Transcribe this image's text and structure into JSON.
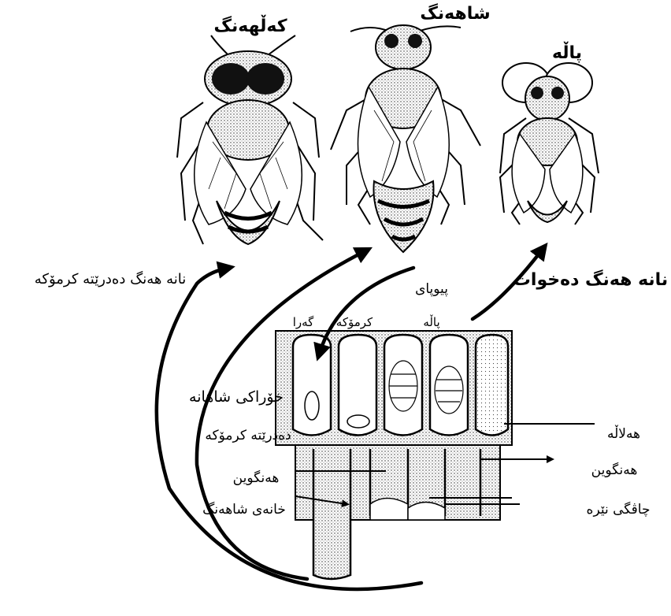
{
  "labels": {
    "drone": "کەڵهەنگ",
    "queen": "شاهەنگ",
    "worker": "پاڵە",
    "feeds_larva": "نانە هەنگ دەدرێتە کرمۆکە",
    "eats_bread": "نانە هەنگ دەخوات",
    "pupa": "پیوپای",
    "larva_top": "کرمۆکە",
    "pupa_cap": "پاڵە",
    "egg": "گەرا",
    "royal_jelly": "خۆراکی شاهانە",
    "given_to_larva": "دەدرێتە کرمۆکە",
    "honey_left": "هەنگوین",
    "queen_cell": "خانەی شاهەنگ",
    "wax": "هەلاڵە",
    "honey_right": "هەنگوین",
    "drone_cell": "چاڤگی نێرە"
  },
  "colors": {
    "ink": "#000000",
    "paper": "#ffffff",
    "stipple": "#2a2a2a"
  }
}
